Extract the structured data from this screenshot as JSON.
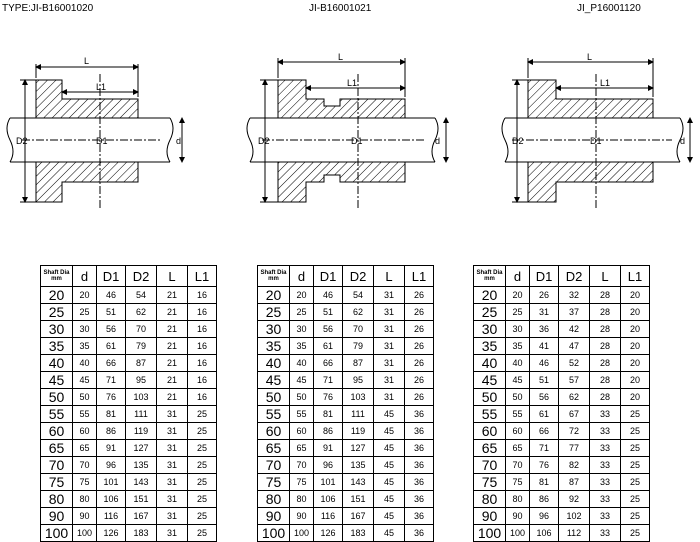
{
  "titles": [
    "TYPE:JI-B16001020",
    "JI-B16001021",
    "JI_P16001120"
  ],
  "dimension_labels": {
    "L": "L",
    "L1": "L1",
    "D1": "D1",
    "D2": "D2",
    "d": "d"
  },
  "tables": [
    {
      "headers": [
        "Shaft Dia mm",
        "d",
        "D1",
        "D2",
        "L",
        "L1"
      ],
      "rows": [
        [
          "20",
          "20",
          "46",
          "54",
          "21",
          "16"
        ],
        [
          "25",
          "25",
          "51",
          "62",
          "21",
          "16"
        ],
        [
          "30",
          "30",
          "56",
          "70",
          "21",
          "16"
        ],
        [
          "35",
          "35",
          "61",
          "79",
          "21",
          "16"
        ],
        [
          "40",
          "40",
          "66",
          "87",
          "21",
          "16"
        ],
        [
          "45",
          "45",
          "71",
          "95",
          "21",
          "16"
        ],
        [
          "50",
          "50",
          "76",
          "103",
          "21",
          "16"
        ],
        [
          "55",
          "55",
          "81",
          "111",
          "31",
          "25"
        ],
        [
          "60",
          "60",
          "86",
          "119",
          "31",
          "25"
        ],
        [
          "65",
          "65",
          "91",
          "127",
          "31",
          "25"
        ],
        [
          "70",
          "70",
          "96",
          "135",
          "31",
          "25"
        ],
        [
          "75",
          "75",
          "101",
          "143",
          "31",
          "25"
        ],
        [
          "80",
          "80",
          "106",
          "151",
          "31",
          "25"
        ],
        [
          "90",
          "90",
          "116",
          "167",
          "31",
          "25"
        ],
        [
          "100",
          "100",
          "126",
          "183",
          "31",
          "25"
        ]
      ]
    },
    {
      "headers": [
        "Shaft Dia mm",
        "d",
        "D1",
        "D2",
        "L",
        "L1"
      ],
      "rows": [
        [
          "20",
          "20",
          "46",
          "54",
          "31",
          "26"
        ],
        [
          "25",
          "25",
          "51",
          "62",
          "31",
          "26"
        ],
        [
          "30",
          "30",
          "56",
          "70",
          "31",
          "26"
        ],
        [
          "35",
          "35",
          "61",
          "79",
          "31",
          "26"
        ],
        [
          "40",
          "40",
          "66",
          "87",
          "31",
          "26"
        ],
        [
          "45",
          "45",
          "71",
          "95",
          "31",
          "26"
        ],
        [
          "50",
          "50",
          "76",
          "103",
          "31",
          "26"
        ],
        [
          "55",
          "55",
          "81",
          "111",
          "45",
          "36"
        ],
        [
          "60",
          "60",
          "86",
          "119",
          "45",
          "36"
        ],
        [
          "65",
          "65",
          "91",
          "127",
          "45",
          "36"
        ],
        [
          "70",
          "70",
          "96",
          "135",
          "45",
          "36"
        ],
        [
          "75",
          "75",
          "101",
          "143",
          "45",
          "36"
        ],
        [
          "80",
          "80",
          "106",
          "151",
          "45",
          "36"
        ],
        [
          "90",
          "90",
          "116",
          "167",
          "45",
          "36"
        ],
        [
          "100",
          "100",
          "126",
          "183",
          "45",
          "36"
        ]
      ]
    },
    {
      "headers": [
        "Shaft Dia mm",
        "d",
        "D1",
        "D2",
        "L",
        "L1"
      ],
      "rows": [
        [
          "20",
          "20",
          "26",
          "32",
          "28",
          "20"
        ],
        [
          "25",
          "25",
          "31",
          "37",
          "28",
          "20"
        ],
        [
          "30",
          "30",
          "36",
          "42",
          "28",
          "20"
        ],
        [
          "35",
          "35",
          "41",
          "47",
          "28",
          "20"
        ],
        [
          "40",
          "40",
          "46",
          "52",
          "28",
          "20"
        ],
        [
          "45",
          "45",
          "51",
          "57",
          "28",
          "20"
        ],
        [
          "50",
          "50",
          "56",
          "62",
          "28",
          "20"
        ],
        [
          "55",
          "55",
          "61",
          "67",
          "33",
          "25"
        ],
        [
          "60",
          "60",
          "66",
          "72",
          "33",
          "25"
        ],
        [
          "65",
          "65",
          "71",
          "77",
          "33",
          "25"
        ],
        [
          "70",
          "70",
          "76",
          "82",
          "33",
          "25"
        ],
        [
          "75",
          "75",
          "81",
          "87",
          "33",
          "25"
        ],
        [
          "80",
          "80",
          "86",
          "92",
          "33",
          "25"
        ],
        [
          "90",
          "90",
          "96",
          "102",
          "33",
          "25"
        ],
        [
          "100",
          "100",
          "106",
          "112",
          "33",
          "25"
        ]
      ]
    }
  ]
}
